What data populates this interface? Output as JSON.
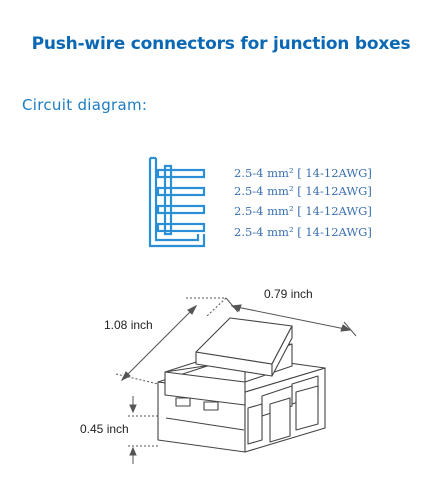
{
  "title": "Push-wire connectors for junction boxes",
  "circuit_label": "Circuit diagram:",
  "specs": [
    "2.5-4 mm² [ 14-12AWG]",
    "2.5-4 mm² [ 14-12AWG]",
    "2.5-4 mm² [ 14-12AWG]",
    "2.5-4 mm² [ 14-12AWG]"
  ],
  "dimensions": {
    "length": "1.08 inch",
    "width": "0.79 inch",
    "height": "0.45 inch"
  },
  "colors": {
    "title": "#0a68b4",
    "accent": "#2a8fd6",
    "spec_text": "#3a6fb0"
  }
}
